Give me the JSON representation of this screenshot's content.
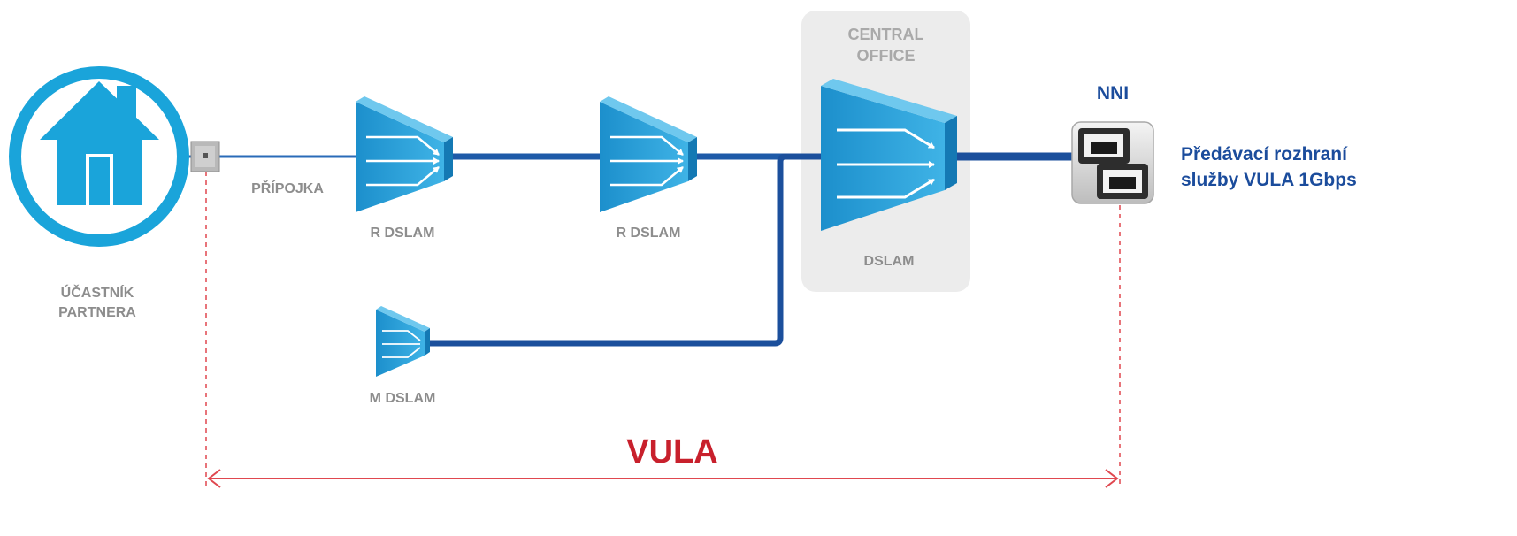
{
  "subscriber": {
    "label_line1": "ÚČASTNÍK",
    "label_line2": "PARTNERA",
    "icon": "house-icon"
  },
  "connection_label": "PŘÍPOJKA",
  "remote_dslam_1": {
    "label": "R DSLAM",
    "icon": "dslam-icon"
  },
  "remote_dslam_2": {
    "label": "R DSLAM",
    "icon": "dslam-icon"
  },
  "mini_dslam": {
    "label": "M DSLAM",
    "icon": "dslam-icon"
  },
  "central_office": {
    "title_line1": "CENTRAL",
    "title_line2": "OFFICE",
    "dslam_label": "DSLAM"
  },
  "nni": {
    "label": "NNI",
    "icon": "ethernet-ports-icon",
    "description_line1": "Předávací rozhraní",
    "description_line2": "služby VULA 1Gbps"
  },
  "span_label": "VULA",
  "colors": {
    "house": "#1aa4da",
    "line": "#1e5aa8",
    "dslam": "#2a9fd8",
    "office_bg": "#ececec",
    "accent_red": "#c8202c",
    "nni_text": "#1b4c9c"
  }
}
